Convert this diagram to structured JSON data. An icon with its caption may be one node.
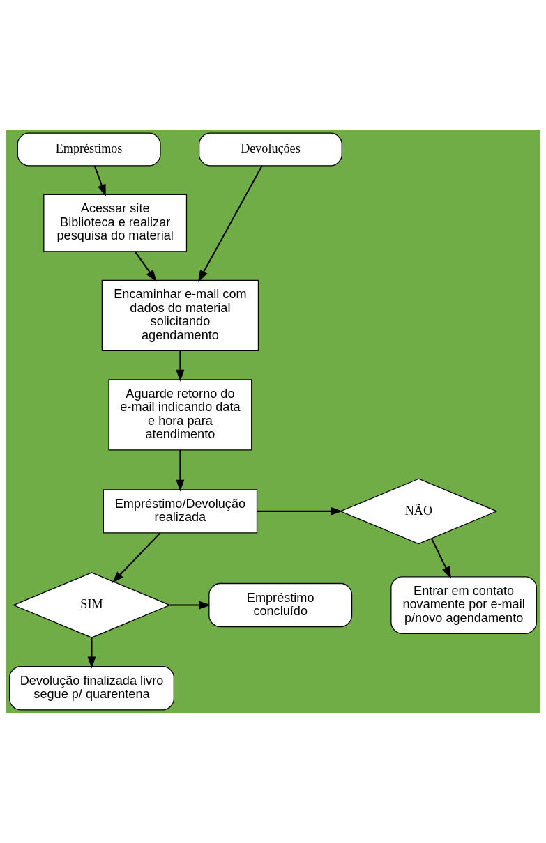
{
  "diagram": {
    "nodes": [
      {
        "text": [
          "Empréstimos"
        ]
      },
      {
        "text": [
          "Devoluções"
        ]
      },
      {
        "text": [
          "Acessar site Biblioteca e realizar pesquisa do material"
        ]
      },
      {
        "text": [
          "Encaminhar e-mail com dados do material solicitando agendamento"
        ]
      },
      {
        "text": [
          "Aguarde retorno do e-mail indicando data e hora para atendimento"
        ]
      },
      {
        "text": [
          "Empréstimo/Devolução realizada"
        ]
      },
      {
        "text": [
          "NÃO"
        ]
      },
      {
        "text": [
          "Entrar em contato novamente por e-mail p/novo agendamento"
        ]
      },
      {
        "text": [
          "SIM"
        ]
      },
      {
        "text": [
          "Empréstimo concluído"
        ]
      },
      {
        "text": [
          "Devolução finalizada livro segue p/ quarentena"
        ]
      }
    ],
    "edges": [
      {
        "from": 0,
        "to": 2,
        "arrow": "to"
      },
      {
        "from": 1,
        "to": 3,
        "arrow": "to"
      },
      {
        "from": 2,
        "to": 3,
        "arrow": "to"
      },
      {
        "from": 3,
        "to": 4,
        "arrow": "to"
      },
      {
        "from": 4,
        "to": 5,
        "arrow": "to"
      },
      {
        "from": 5,
        "to": 6,
        "arrow": "to"
      },
      {
        "from": 6,
        "to": 7,
        "arrow": "to"
      },
      {
        "from": 5,
        "to": 8,
        "arrow": "to"
      },
      {
        "from": 8,
        "to": 9,
        "arrow": "to"
      },
      {
        "from": 8,
        "to": 10,
        "arrow": "to"
      }
    ]
  }
}
